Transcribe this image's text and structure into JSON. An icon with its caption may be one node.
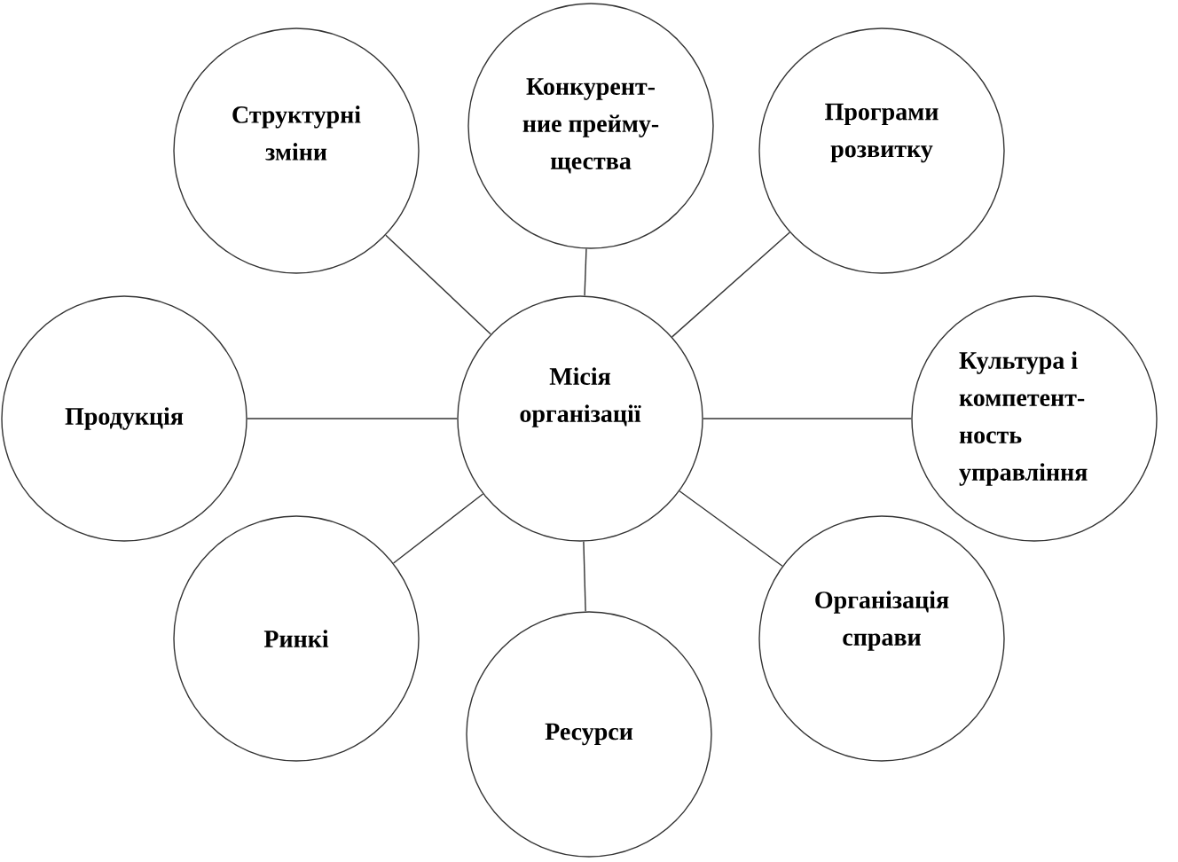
{
  "diagram": {
    "nodes": [
      {
        "text": [
          "Структурні зміни"
        ]
      },
      {
        "text": [
          "Конкурент- ние прейму- щества"
        ]
      },
      {
        "text": [
          "Програми розвитку"
        ]
      },
      {
        "text": [
          "Продукція"
        ]
      },
      {
        "text": [
          "Місія організації"
        ]
      },
      {
        "text": [
          "Культура і компетент- ность управління"
        ]
      },
      {
        "text": [
          "Ринкі"
        ]
      },
      {
        "text": [
          "Організація справи"
        ]
      },
      {
        "text": [
          "Ресурси"
        ]
      }
    ],
    "edges": [
      {
        "from": 4,
        "to": 0,
        "arrow": "none"
      },
      {
        "from": 4,
        "to": 1,
        "arrow": "none"
      },
      {
        "from": 4,
        "to": 2,
        "arrow": "none"
      },
      {
        "from": 4,
        "to": 3,
        "arrow": "none"
      },
      {
        "from": 4,
        "to": 5,
        "arrow": "none"
      },
      {
        "from": 4,
        "to": 6,
        "arrow": "none"
      },
      {
        "from": 4,
        "to": 7,
        "arrow": "none"
      },
      {
        "from": 4,
        "to": 8,
        "arrow": "none"
      }
    ]
  }
}
